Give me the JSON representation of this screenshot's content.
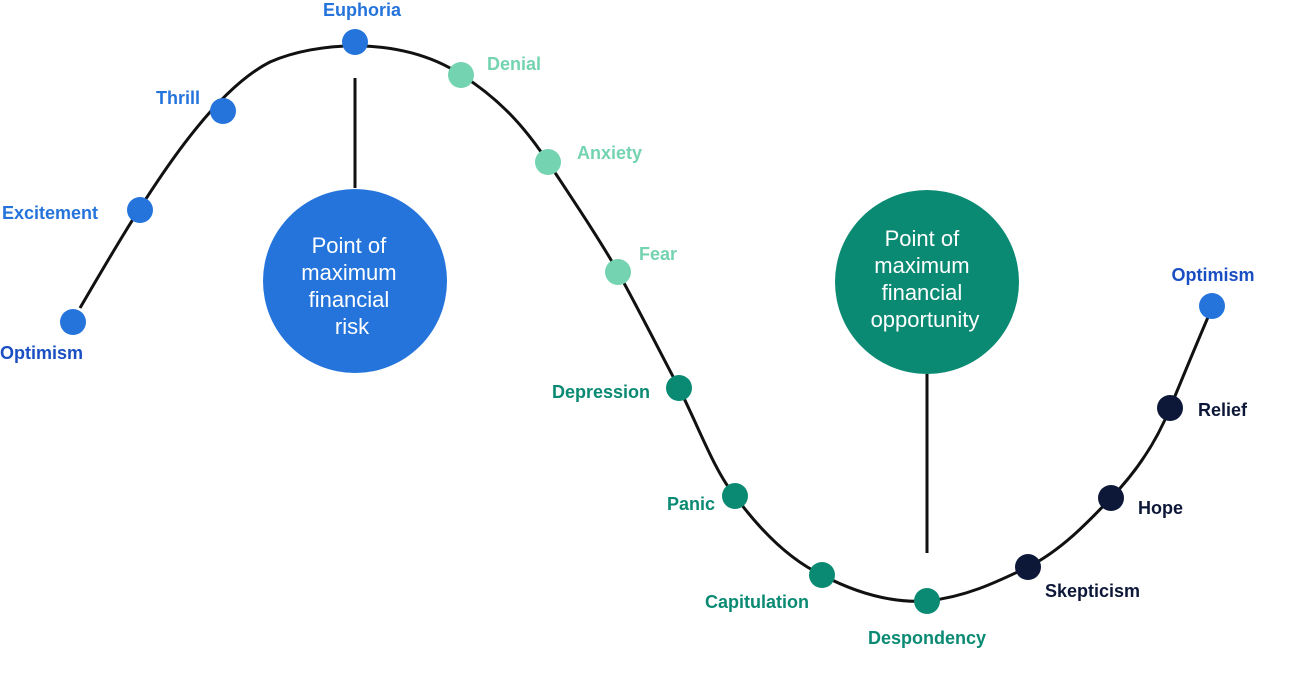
{
  "colors": {
    "curve": "#111111",
    "blue": "#2474dc",
    "light_teal": "#74d3b0",
    "teal": "#0a8a73",
    "navy": "#0d1738",
    "label_blue": "#2474dc",
    "label_dark_blue": "#1a4fc4"
  },
  "stages": [
    {
      "id": "optimism-start",
      "label": "Optimism",
      "color": "#2474dc",
      "label_color": "#1a4fc4"
    },
    {
      "id": "excitement",
      "label": "Excitement",
      "color": "#2474dc",
      "label_color": "#2474dc"
    },
    {
      "id": "thrill",
      "label": "Thrill",
      "color": "#2474dc",
      "label_color": "#2474dc"
    },
    {
      "id": "euphoria",
      "label": "Euphoria",
      "color": "#2474dc",
      "label_color": "#2474dc"
    },
    {
      "id": "denial",
      "label": "Denial",
      "color": "#74d3b0",
      "label_color": "#74d3b0"
    },
    {
      "id": "anxiety",
      "label": "Anxiety",
      "color": "#74d3b0",
      "label_color": "#74d3b0"
    },
    {
      "id": "fear",
      "label": "Fear",
      "color": "#74d3b0",
      "label_color": "#74d3b0"
    },
    {
      "id": "depression",
      "label": "Depression",
      "color": "#0a8a73",
      "label_color": "#0a8a73"
    },
    {
      "id": "panic",
      "label": "Panic",
      "color": "#0a8a73",
      "label_color": "#0a8a73"
    },
    {
      "id": "capitulation",
      "label": "Capitulation",
      "color": "#0a8a73",
      "label_color": "#0a8a73"
    },
    {
      "id": "despondency",
      "label": "Despondency",
      "color": "#0a8a73",
      "label_color": "#0a8a73"
    },
    {
      "id": "skepticism",
      "label": "Skepticism",
      "color": "#0d1738",
      "label_color": "#0d1738"
    },
    {
      "id": "hope",
      "label": "Hope",
      "color": "#0d1738",
      "label_color": "#0d1738"
    },
    {
      "id": "relief",
      "label": "Relief",
      "color": "#0d1738",
      "label_color": "#0d1738"
    },
    {
      "id": "optimism-end",
      "label": "Optimism",
      "color": "#2474dc",
      "label_color": "#1a4fc4"
    }
  ],
  "callouts": {
    "risk": {
      "lines": [
        "Point of",
        "maximum",
        "financial",
        "risk"
      ],
      "color": "#2474dc"
    },
    "opportunity": {
      "lines": [
        "Point of",
        "maximum",
        "financial",
        "opportunity"
      ],
      "color": "#0a8a73"
    }
  }
}
